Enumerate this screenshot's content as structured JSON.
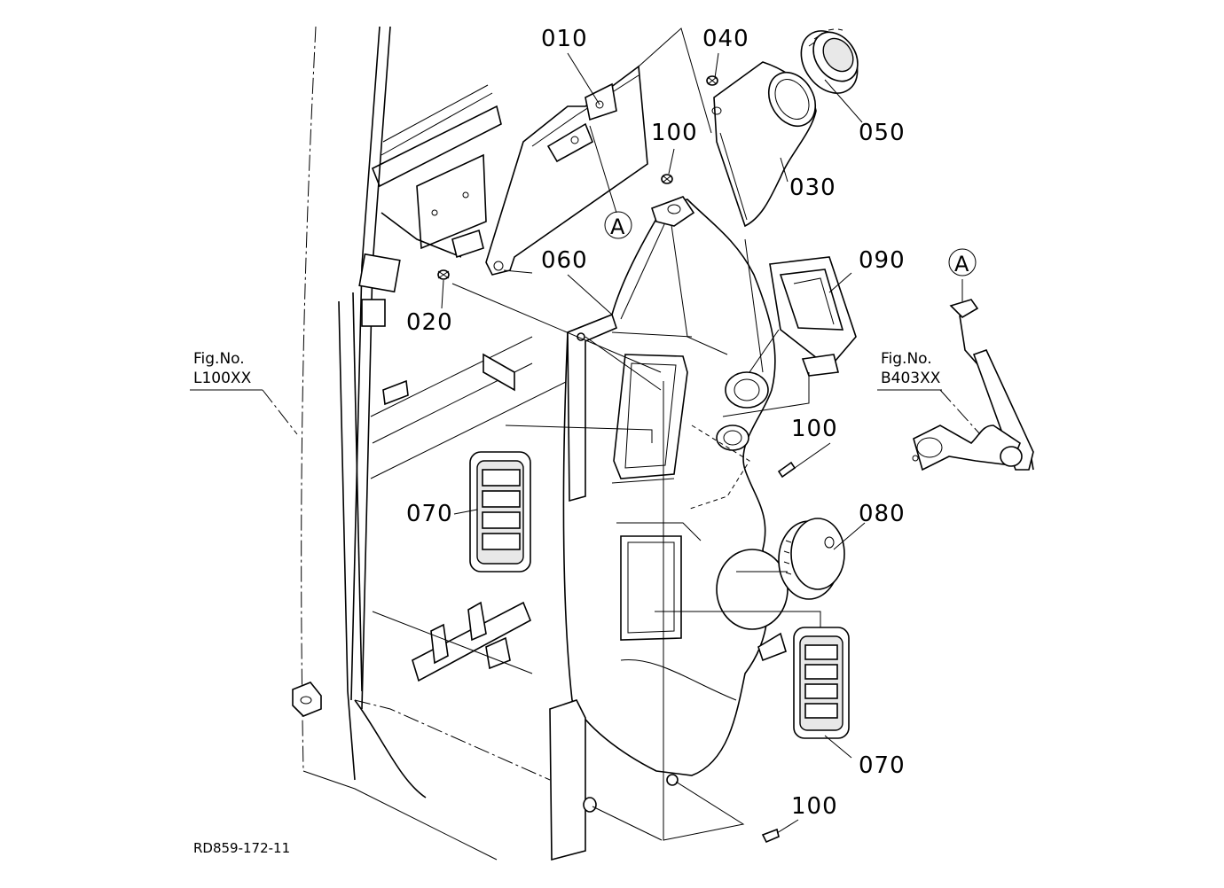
{
  "labels": {
    "p010": "010",
    "p020": "020",
    "p030": "030",
    "p040": "040",
    "p050": "050",
    "p060": "060",
    "p070a": "070",
    "p070b": "070",
    "p080": "080",
    "p090": "090",
    "p100a": "100",
    "p100b": "100",
    "p100c": "100",
    "ref_a1": "A",
    "ref_a2": "A"
  },
  "fig_refs": {
    "left_line1": "Fig.No.",
    "left_line2": "L100XX",
    "right_line1": "Fig.No.",
    "right_line2": "B403XX"
  },
  "drawing_code": "RD859-172-11"
}
